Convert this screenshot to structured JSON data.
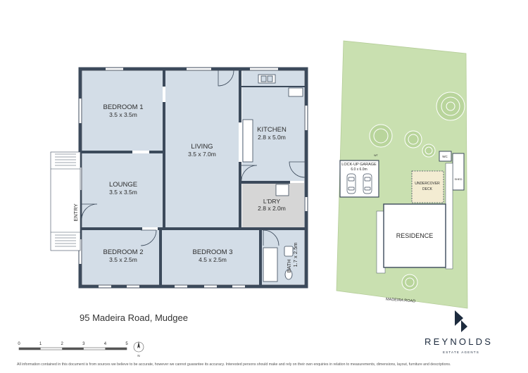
{
  "property": {
    "address": "95 Madeira Road, Mudgee"
  },
  "rooms": [
    {
      "name": "BEDROOM 1",
      "dims": "3.5 x 3.5m"
    },
    {
      "name": "LIVING",
      "dims": "3.5 x 7.0m"
    },
    {
      "name": "KITCHEN",
      "dims": "2.8 x 5.0m"
    },
    {
      "name": "LOUNGE",
      "dims": "3.5 x 3.5m"
    },
    {
      "name": "L'DRY",
      "dims": "2.8 x 2.0m"
    },
    {
      "name": "BEDROOM 2",
      "dims": "3.5 x 2.5m"
    },
    {
      "name": "BEDROOM 3",
      "dims": "4.5 x 2.5m"
    },
    {
      "name": "BATH",
      "dims": "1.7 x 2.5m"
    }
  ],
  "entry_label": "ENTRY",
  "site": {
    "garage_name": "LOCK-UP GARAGE",
    "garage_dims": "6.0 x 6.0m",
    "wc": "WC",
    "shed": "SHED",
    "deck_line1": "UNDERCOVER",
    "deck_line2": "DECK",
    "residence": "RESIDENCE",
    "road": "MADEIRA ROAD"
  },
  "scale": {
    "ticks": [
      "0",
      "1",
      "2",
      "3",
      "4",
      "5"
    ],
    "north": "N"
  },
  "brand": {
    "name": "REYNOLDS",
    "tagline": "ESTATE AGENTS"
  },
  "disclaimer": "All information contained in this document is from sources we believe to be accurate, however we cannot guarantee its accuracy. Interested persons should make and rely on their own enquiries in relation to measurements, dimensions, layout, furniture and descriptions.",
  "colors": {
    "room_fill": "#d3dde7",
    "laundry_fill": "#d6d6d6",
    "wall": "#3c4a5b",
    "lawn": "#c9e0b0",
    "deck_fill": "#f3ecd2",
    "brand": "#1d2b3e"
  }
}
